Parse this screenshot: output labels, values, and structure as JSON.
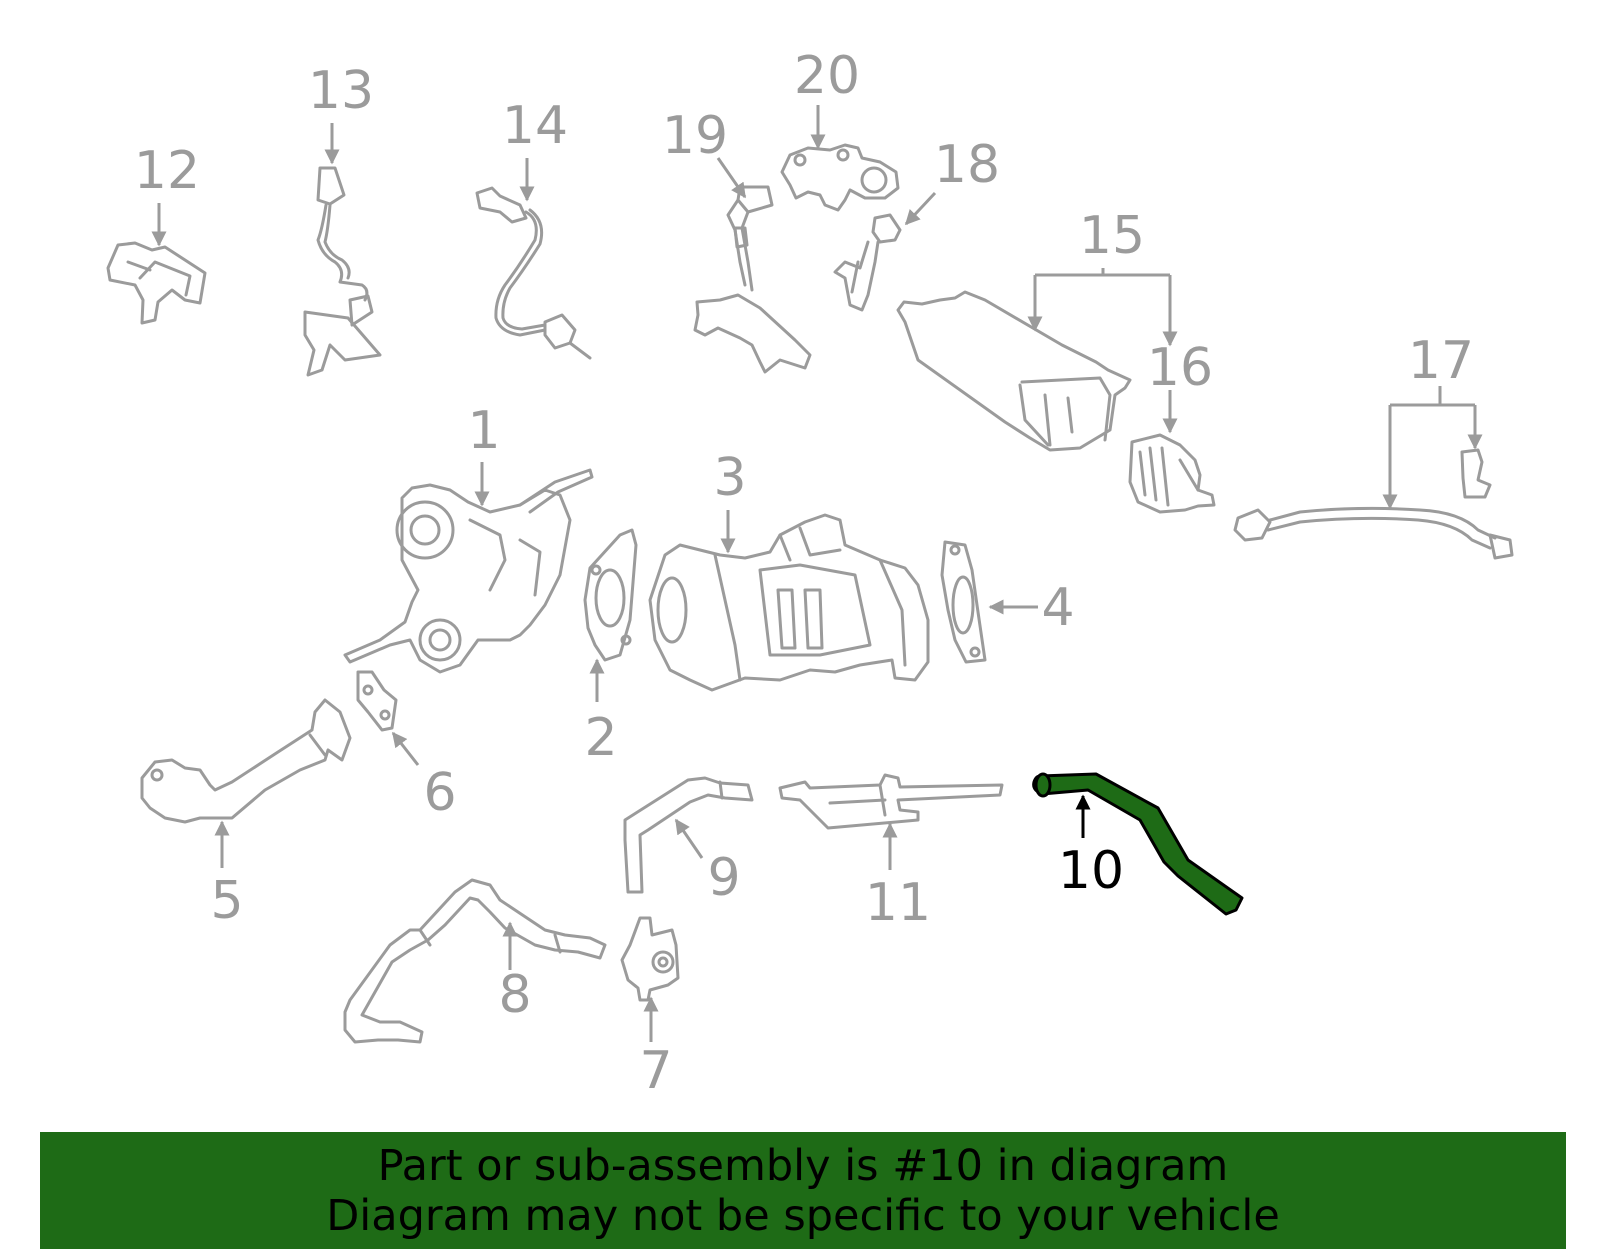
{
  "diagram": {
    "callouts": [
      {
        "id": "1",
        "label": "1"
      },
      {
        "id": "2",
        "label": "2"
      },
      {
        "id": "3",
        "label": "3"
      },
      {
        "id": "4",
        "label": "4"
      },
      {
        "id": "5",
        "label": "5"
      },
      {
        "id": "6",
        "label": "6"
      },
      {
        "id": "7",
        "label": "7"
      },
      {
        "id": "8",
        "label": "8"
      },
      {
        "id": "9",
        "label": "9"
      },
      {
        "id": "10",
        "label": "10",
        "highlighted": true
      },
      {
        "id": "11",
        "label": "11"
      },
      {
        "id": "12",
        "label": "12"
      },
      {
        "id": "13",
        "label": "13"
      },
      {
        "id": "14",
        "label": "14"
      },
      {
        "id": "15",
        "label": "15"
      },
      {
        "id": "16",
        "label": "16"
      },
      {
        "id": "17",
        "label": "17"
      },
      {
        "id": "18",
        "label": "18"
      },
      {
        "id": "19",
        "label": "19"
      },
      {
        "id": "20",
        "label": "20"
      }
    ],
    "colors": {
      "part_outline": "#9b9b9b",
      "highlight": "#1e6b16",
      "highlight_label": "#000000"
    }
  },
  "banner": {
    "line1": "Part or sub-assembly is #10 in diagram",
    "line2": "Diagram may not be specific to your vehicle"
  }
}
